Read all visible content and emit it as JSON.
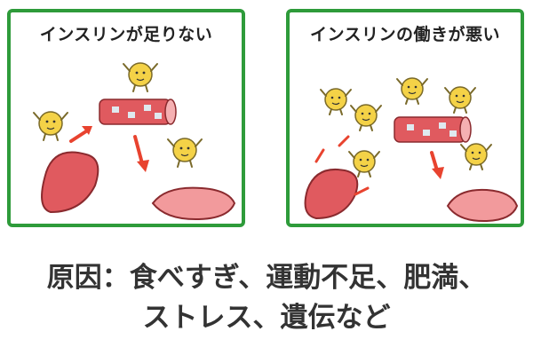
{
  "panels": [
    {
      "title": "インスリンが足りない"
    },
    {
      "title": "インスリンの働きが悪い"
    }
  ],
  "caption": {
    "line1": "原因：食べすぎ、運動不足、肥満、",
    "line2": "ストレス、遺伝など"
  },
  "colors": {
    "panel_border": "#2e9b3a",
    "organ_red": "#e05a5f",
    "vessel_pink": "#f29a9c",
    "arrow_red": "#e8432f",
    "insulin_yellow": "#f4d247"
  },
  "icons": [
    "insulin-character-icon",
    "blood-vessel-icon",
    "liver-icon",
    "muscle-icon",
    "arrow-icon"
  ]
}
